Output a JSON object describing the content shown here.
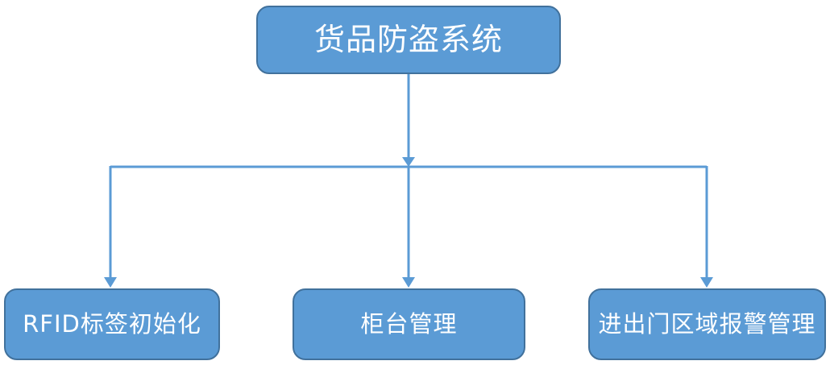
{
  "diagram": {
    "type": "hierarchy-flowchart",
    "root": {
      "label": "货品防盗系统"
    },
    "children": [
      {
        "label": "RFID标签初始化"
      },
      {
        "label": "柜台管理"
      },
      {
        "label": "进出门区域报警管理"
      }
    ],
    "colors": {
      "node_fill": "#5B9BD5",
      "node_border": "#41719C",
      "connector": "#5B9BD5",
      "text": "#FFFFFF",
      "background": "#FFFFFF"
    }
  }
}
